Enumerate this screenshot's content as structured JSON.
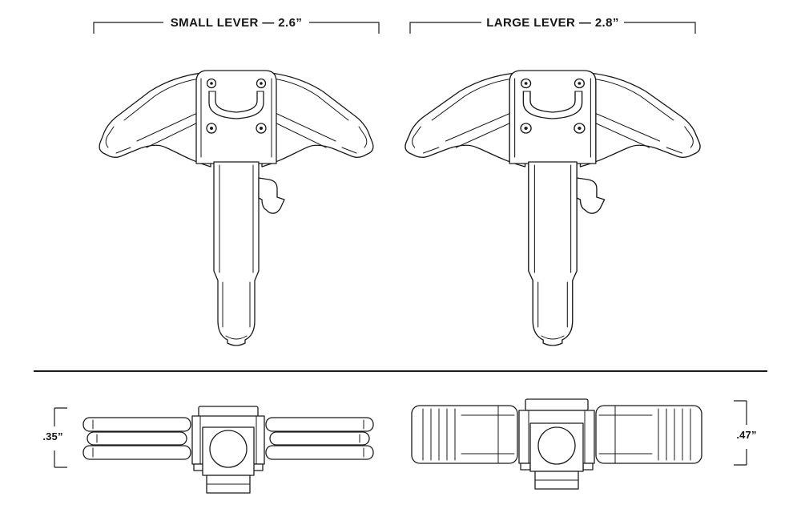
{
  "drawing": {
    "top_views": {
      "small": {
        "label": "SMALL LEVER — 2.6”"
      },
      "large": {
        "label": "LARGE LEVER — 2.8”"
      }
    },
    "front_views": {
      "small": {
        "dimension": ".35”"
      },
      "large": {
        "dimension": ".47”"
      }
    },
    "colors": {
      "line": "#1b1b1b",
      "background": "#ffffff"
    }
  }
}
